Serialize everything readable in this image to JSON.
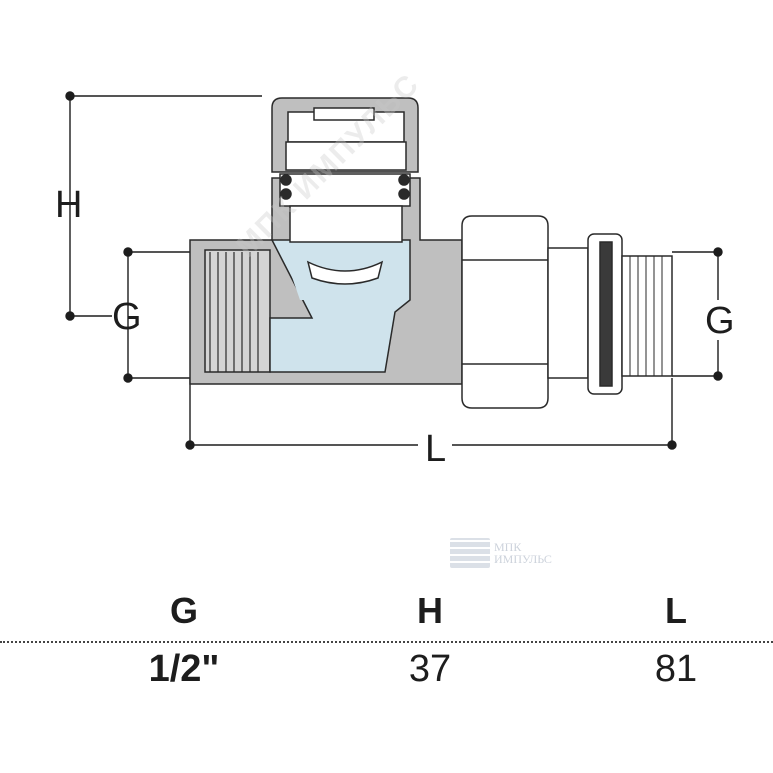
{
  "dimensions": {
    "h_label": "H",
    "g_left_label": "G",
    "g_right_label": "G",
    "l_label": "L"
  },
  "watermark": "МПК ИМПУЛЬС",
  "logo": {
    "line1": "МПК",
    "line2": "ИМПУЛЬС"
  },
  "table": {
    "headers": [
      "G",
      "H",
      "L"
    ],
    "values": [
      "1/2\"",
      "37",
      "81"
    ]
  },
  "colors": {
    "body_gray": "#bfbfbf",
    "water_blue": "#cfe3ec",
    "line": "#1d1d1d"
  }
}
